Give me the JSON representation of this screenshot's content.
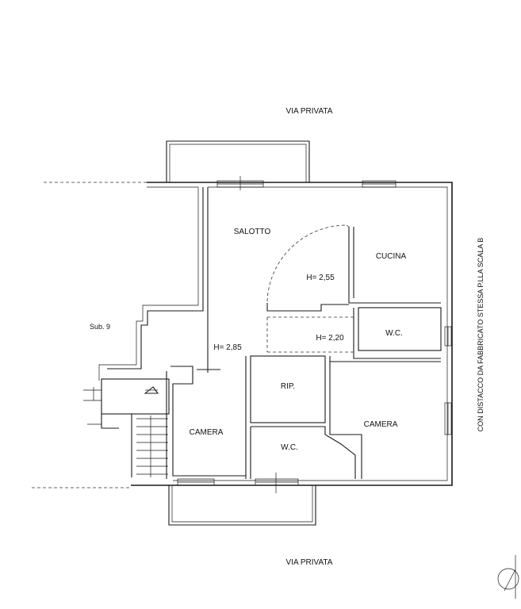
{
  "street_top": "VIA PRIVATA",
  "street_bottom": "VIA PRIVATA",
  "side_note": "CON DISTACCO DA FABBRICATO STESSA P.LLA  SCALA B",
  "neighbour": "Sub. 9",
  "rooms": {
    "salotto": "SALOTTO",
    "cucina": "CUCINA",
    "wc_upper": "W.C.",
    "wc_lower": "W.C.",
    "rip": "RIP.",
    "camera_left": "CAMERA",
    "camera_right": "CAMERA"
  },
  "heights": {
    "h_salotto": "H= 2,55",
    "h_corridor": "H= 2,20",
    "h_main": "H= 2,85"
  }
}
